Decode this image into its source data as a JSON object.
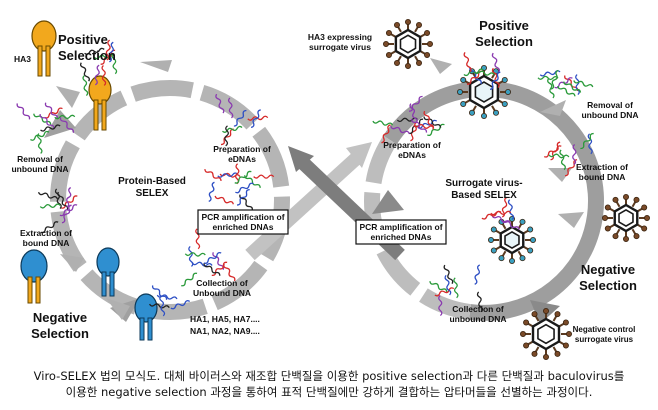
{
  "left_cycle": {
    "title_line1": "Protein-Based",
    "title_line2": "SELEX",
    "target_label": "HA3",
    "positive_line1": "Positive",
    "positive_line2": "Selection",
    "negative_line1": "Negative",
    "negative_line2": "Selection",
    "removal_line1": "Removal of",
    "removal_line2": "unbound DNA",
    "extraction_line1": "Extraction of",
    "extraction_line2": "bound DNA",
    "prep_line1": "Preparation of",
    "prep_line2": "eDNAs",
    "pcr_line1": "PCR amplification of",
    "pcr_line2": "enriched DNAs",
    "collection_line1": "Collection of",
    "collection_line2": "Unbound DNA",
    "negative_targets_line1": "HA1, HA5, HA7....",
    "negative_targets_line2": "NA1, NA2, NA9...."
  },
  "right_cycle": {
    "title_line1": "Surrogate virus-",
    "title_line2": "Based SELEX",
    "virus_line1": "HA3 expressing",
    "virus_line2": "surrogate virus",
    "positive_line1": "Positive",
    "positive_line2": "Selection",
    "negative_line1": "Negative",
    "negative_line2": "Selection",
    "removal_line1": "Removal of",
    "removal_line2": "unbound DNA",
    "extraction_line1": "Extraction of",
    "extraction_line2": "bound DNA",
    "prep_line1": "Preparation of",
    "prep_line2": "eDNAs",
    "pcr_line1": "PCR amplification of",
    "pcr_line2": "enriched DNAs",
    "collection_line1": "Collection of",
    "collection_line2": "unbound DNA",
    "control_line1": "Negative control",
    "control_line2": "surrogate virus"
  },
  "caption": {
    "line1": "Viro-SELEX 법의 모식도. 대체 바이러스와 재조합 단백질을 이용한 positive selection과 다른 단백질과 baculovirus를",
    "line2": "이용한 negative selection 과정을 통하여 표적 단백질에만 강하게 결합하는 압타머들을 선별하는 과정이다."
  },
  "colors": {
    "arrow_gray": "#a9a9a9",
    "protein_orange": "#f2a81d",
    "protein_blue": "#2f8fd0",
    "virus_teal": "#3a9fc0",
    "dna_red": "#d62a2a",
    "dna_blue": "#2d4fc4",
    "dna_green": "#2a9a3a",
    "dna_purple": "#8a3ab0",
    "dna_black": "#222222"
  }
}
